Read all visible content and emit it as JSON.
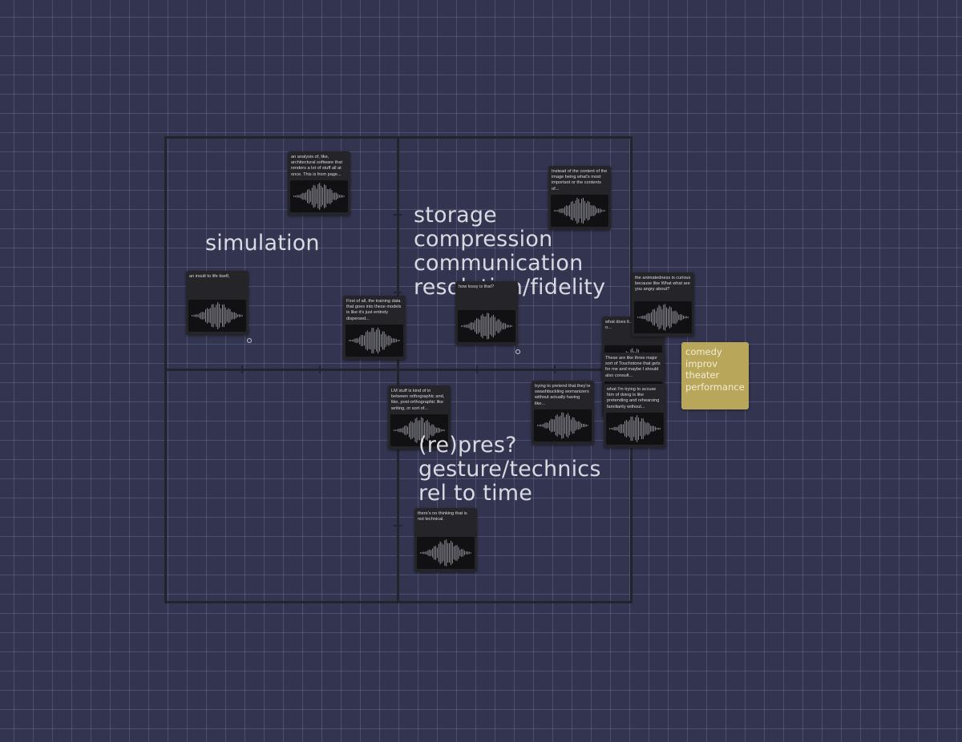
{
  "regions": {
    "simulation": "simulation",
    "storage": "storage\ncompression\ncommunication\nresolution/fidelity",
    "representation": "(re)pres?\ngesture/technics\nrel to time"
  },
  "sticky_note": {
    "text": "comedy\nimprov\ntheater\nperformance",
    "color": "#b8a65a"
  },
  "cards": [
    {
      "id": "card-architectural",
      "text": "an analysis of, like, architectural software that renders a lot of stuff all at once. This is from page...",
      "icon": "audio-waveform-icon"
    },
    {
      "id": "card-image-content",
      "text": "Instead of the content of the image being what's most important or the contents of...",
      "icon": "audio-waveform-icon"
    },
    {
      "id": "card-insult",
      "text": "an insult to life itself,",
      "icon": "audio-waveform-icon"
    },
    {
      "id": "card-training-data",
      "text": "First of all, the training data that goes into these models is like it's just entirely dispersed...",
      "icon": "audio-waveform-icon"
    },
    {
      "id": "card-lossy",
      "text": "how lossy is that?",
      "icon": "audio-waveform-icon"
    },
    {
      "id": "card-animatedness",
      "text": "the animatedness is curious because like What what are you angry about?",
      "icon": "audio-waveform-icon"
    },
    {
      "id": "card-impression",
      "text": "what does it... impression o...",
      "icon": "audio-waveform-icon"
    },
    {
      "id": "card-touchstone",
      "text": "These are like three major sort of Touchstone that gets for me and maybe I should also consult...",
      "icon": "audio-waveform-icon"
    },
    {
      "id": "card-accuse",
      "text": "what I'm trying to accuse him of doing is like pretending and rehearsing familiarity without...",
      "icon": "audio-waveform-icon"
    },
    {
      "id": "card-swashbuckling",
      "text": "trying to pretend that they're swashbuckling womanizers without actually having like...",
      "icon": "audio-waveform-icon"
    },
    {
      "id": "card-orthographic",
      "text": "LM stuff is kind of in between orthographic and, like, post-orthographic like writing, or sort of...",
      "icon": "audio-waveform-icon"
    },
    {
      "id": "card-thinking",
      "text": "there's no thinking that is not technical.",
      "icon": "audio-waveform-icon"
    }
  ]
}
